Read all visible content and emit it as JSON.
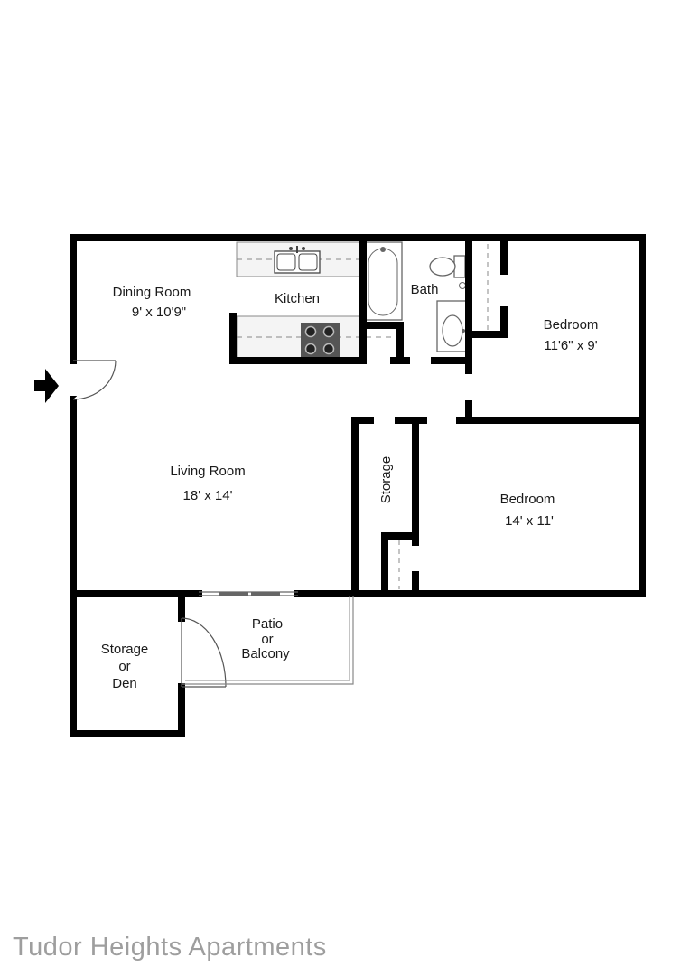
{
  "rooms": {
    "dining": {
      "name": "Dining Room",
      "size": "9' x 10'9\""
    },
    "kitchen": {
      "name": "Kitchen"
    },
    "bath": {
      "name": "Bath"
    },
    "bedroom1": {
      "name": "Bedroom",
      "size": "11'6\" x 9'"
    },
    "living": {
      "name": "Living Room",
      "size": "18' x 14'"
    },
    "storage_closet": {
      "name": "Storage"
    },
    "bedroom2": {
      "name": "Bedroom",
      "size": "14' x 11'"
    },
    "storage_den": {
      "line1": "Storage",
      "line2": "or",
      "line3": "Den"
    },
    "patio": {
      "line1": "Patio",
      "line2": "or",
      "line3": "Balcony"
    }
  },
  "watermark": "Tudor Heights Apartments",
  "colors": {
    "wall": "#000000",
    "fixture": "#888888",
    "counter": "#f4f4f4"
  },
  "icons": {
    "entry": "entry-arrow-icon"
  }
}
